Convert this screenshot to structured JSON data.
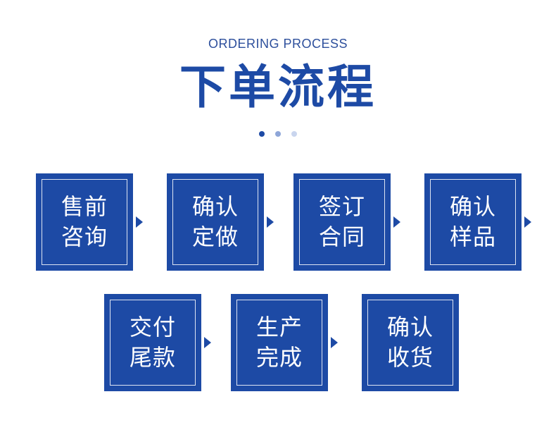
{
  "header": {
    "subtitle": "ORDERING PROCESS",
    "title": "下单流程"
  },
  "colors": {
    "primary": "#1d4aa5",
    "dot_mid": "#8ea6d8",
    "dot_light": "#c9d5ee"
  },
  "steps": [
    {
      "line1": "售前",
      "line2": "咨询"
    },
    {
      "line1": "确认",
      "line2": "定做"
    },
    {
      "line1": "签订",
      "line2": "合同"
    },
    {
      "line1": "确认",
      "line2": "样品"
    },
    {
      "line1": "交付",
      "line2": "尾款"
    },
    {
      "line1": "生产",
      "line2": "完成"
    },
    {
      "line1": "确认",
      "line2": "收货"
    }
  ]
}
